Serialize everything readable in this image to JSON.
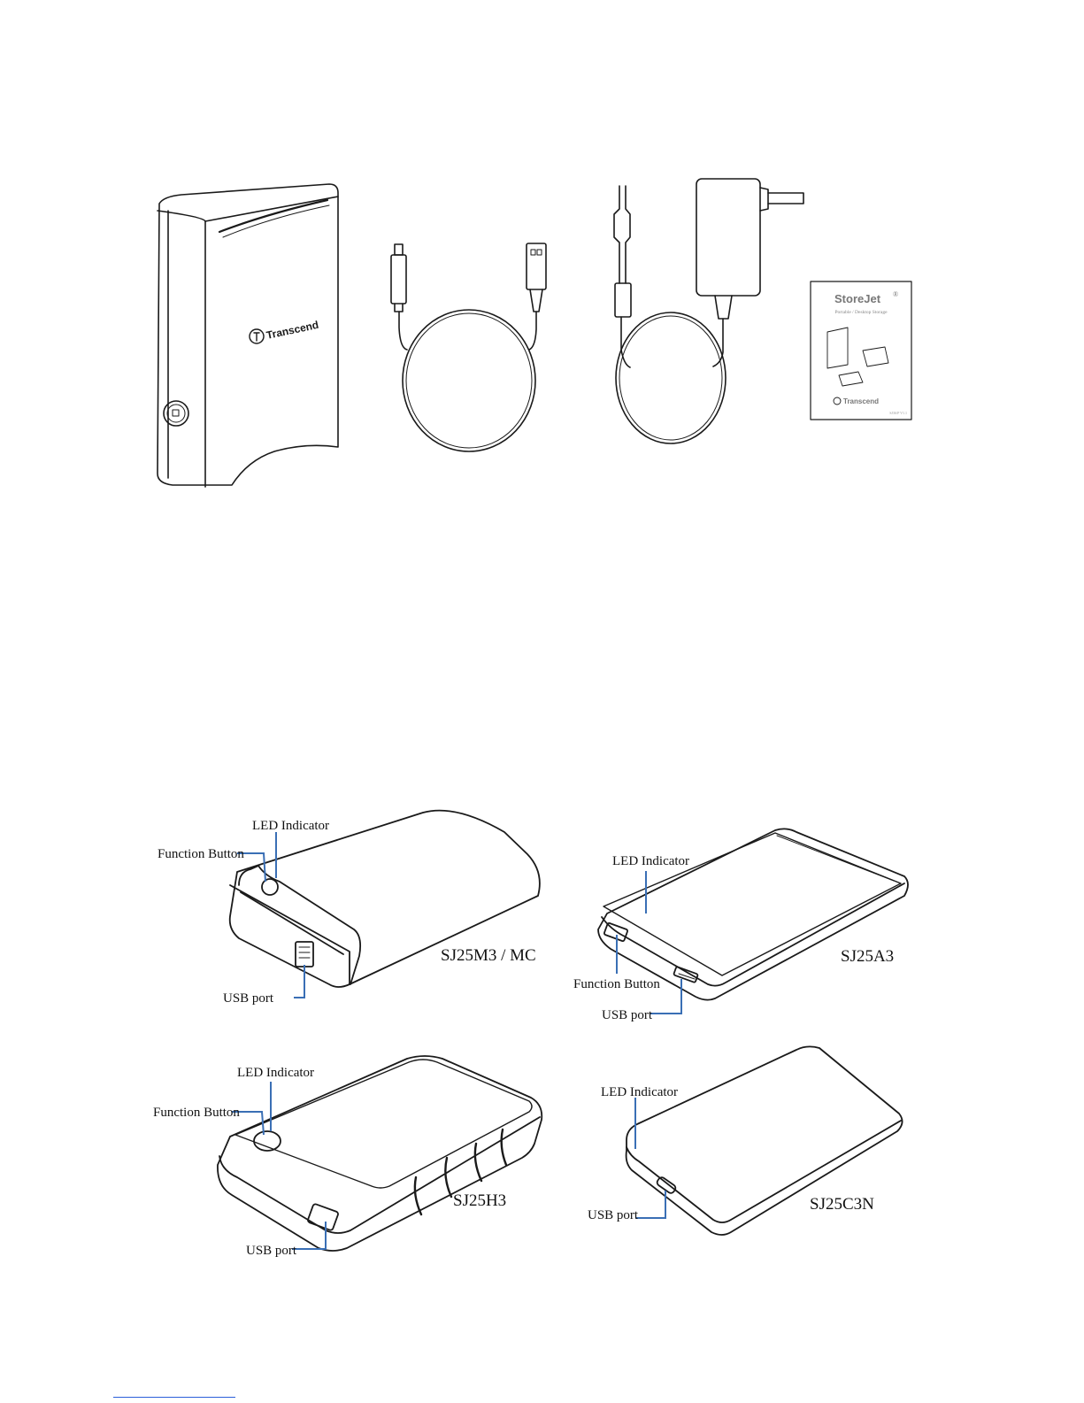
{
  "packaging": {
    "drive_brand": "Transcend",
    "manual": {
      "title": "StoreJet",
      "title_mark": "®",
      "subtitle": "Portable / Desktop Storage",
      "brand": "Transcend",
      "code": "SJ36/P V1.1"
    }
  },
  "labels": {
    "led_indicator": "LED Indicator",
    "function_button": "Function Button",
    "usb_port": "USB port"
  },
  "models": {
    "m1": "SJ25M3 / MC",
    "m2": "SJ25A3",
    "m3": "SJ25H3",
    "m4": "SJ25C3N"
  },
  "colors": {
    "callout": "#3a6fb5",
    "line": "#1a1a1a"
  }
}
